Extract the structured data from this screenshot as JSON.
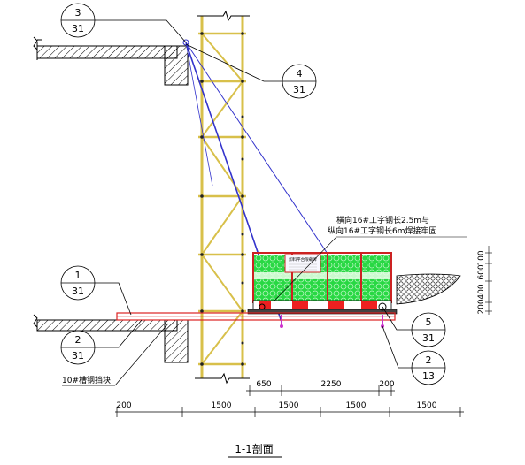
{
  "callouts": {
    "c3": {
      "top": "3",
      "bottom": "31"
    },
    "c4": {
      "top": "4",
      "bottom": "31"
    },
    "c1": {
      "top": "1",
      "bottom": "31"
    },
    "c2a": {
      "top": "2",
      "bottom": "31"
    },
    "c5": {
      "top": "5",
      "bottom": "31"
    },
    "c2b": {
      "top": "2",
      "bottom": "13"
    }
  },
  "annotations": {
    "beam_line1": "横向16#工字钢长2.5m与",
    "beam_line2": "纵向16#工字钢长6m焊接牢固",
    "channel_block": "10#槽钢挡块",
    "sign_text": "卸料平台限载牌"
  },
  "dimensions": {
    "upper": [
      "650",
      "2250",
      "200"
    ],
    "lower": [
      "200",
      "1500",
      "1500",
      "1500",
      "1500"
    ],
    "vertical": [
      "100",
      "600",
      "400",
      "200"
    ]
  },
  "title": "1-1剖面",
  "colors": {
    "scaffold": "#d8c04a",
    "mesh": "#22d640",
    "railing": "#cc2222",
    "cable": "#3333cc",
    "beam": "#dd2222"
  }
}
